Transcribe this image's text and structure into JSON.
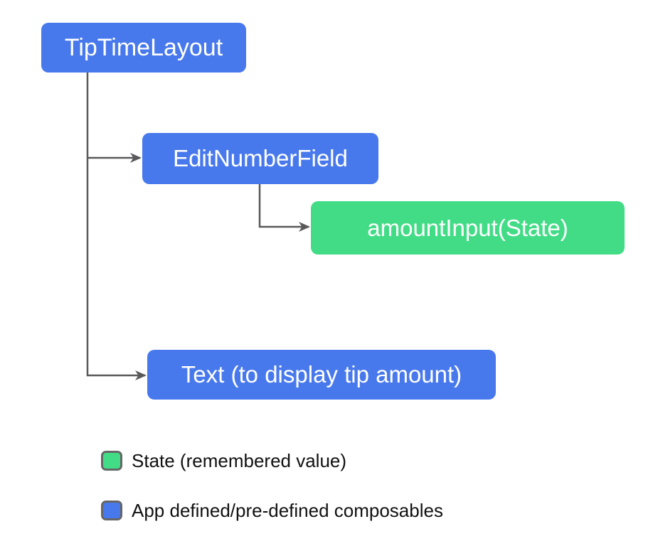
{
  "colors": {
    "composable_blue": "#4879EC",
    "state_green": "#42DC86",
    "connector_gray": "#595959",
    "legend_border_gray": "#666666",
    "node_text": "#FFFFFF",
    "legend_text": "#111111",
    "background": "#FFFFFF"
  },
  "diagram": {
    "nodes": [
      {
        "id": "tip-time-layout",
        "label": "TipTimeLayout",
        "type": "composable"
      },
      {
        "id": "edit-number-field",
        "label": "EditNumberField",
        "type": "composable"
      },
      {
        "id": "amount-input-state",
        "label": "amountInput(State)",
        "type": "state"
      },
      {
        "id": "text-display-tip",
        "label": "Text (to display tip amount)",
        "type": "composable"
      }
    ],
    "edges": [
      {
        "from": "TipTimeLayout",
        "to": "EditNumberField"
      },
      {
        "from": "TipTimeLayout",
        "to": "Text (to display tip amount)"
      },
      {
        "from": "EditNumberField",
        "to": "amountInput(State)"
      }
    ]
  },
  "legend": {
    "items": [
      {
        "swatch": "state-green",
        "label": "State (remembered value)"
      },
      {
        "swatch": "composable-blue",
        "label": "App defined/pre-defined composables"
      }
    ]
  }
}
